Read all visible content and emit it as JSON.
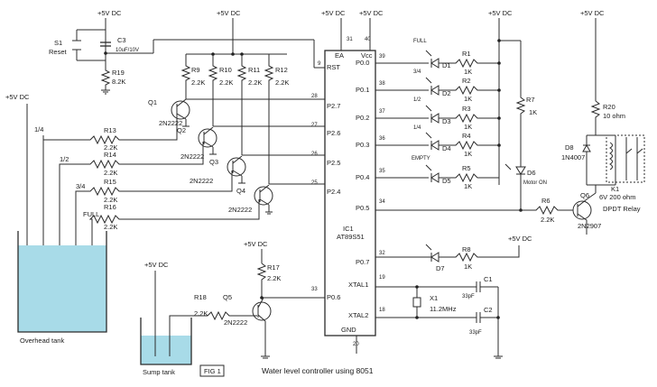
{
  "supply": {
    "vcc": "+5V DC"
  },
  "switch": {
    "ref": "S1",
    "name": "Reset"
  },
  "cap": {
    "c3": "C3",
    "c3_val": "10uF/10V",
    "c1": "C1",
    "c1_val": "33pF",
    "c2": "C2",
    "c2_val": "33pF"
  },
  "crystal": {
    "ref": "X1",
    "val": "11.2MHz"
  },
  "resistors": [
    {
      "ref": "R19",
      "val": "8.2K"
    },
    {
      "ref": "R9",
      "val": "2.2K"
    },
    {
      "ref": "R10",
      "val": "2.2K"
    },
    {
      "ref": "R11",
      "val": "2.2K"
    },
    {
      "ref": "R12",
      "val": "2.2K"
    },
    {
      "ref": "R13",
      "val": "2.2K"
    },
    {
      "ref": "R14",
      "val": "2.2K"
    },
    {
      "ref": "R15",
      "val": "2.2K"
    },
    {
      "ref": "R16",
      "val": "2.2K"
    },
    {
      "ref": "R17",
      "val": "2.2K"
    },
    {
      "ref": "R18",
      "val": "2.2K"
    },
    {
      "ref": "R1",
      "val": "1K"
    },
    {
      "ref": "R2",
      "val": "1K"
    },
    {
      "ref": "R3",
      "val": "1K"
    },
    {
      "ref": "R4",
      "val": "1K"
    },
    {
      "ref": "R5",
      "val": "1K"
    },
    {
      "ref": "R7",
      "val": "1K"
    },
    {
      "ref": "R8",
      "val": "1K"
    },
    {
      "ref": "R6",
      "val": "2.2K"
    },
    {
      "ref": "R20",
      "val": "10 ohm"
    }
  ],
  "transistors": [
    {
      "ref": "Q1",
      "part": "2N2222"
    },
    {
      "ref": "Q2",
      "part": "2N2222"
    },
    {
      "ref": "Q3",
      "part": "2N2222"
    },
    {
      "ref": "Q4",
      "part": "2N2222"
    },
    {
      "ref": "Q5",
      "part": "2N2222"
    },
    {
      "ref": "Q6",
      "part": "2N2907"
    }
  ],
  "leds": [
    {
      "ref": "D1",
      "label": "FULL"
    },
    {
      "ref": "D2",
      "label": ""
    },
    {
      "ref": "D3",
      "label": ""
    },
    {
      "ref": "D4",
      "label": "EMPTY"
    },
    {
      "ref": "D5",
      "label": ""
    },
    {
      "ref": "D6",
      "label": "Motor ON"
    },
    {
      "ref": "D7",
      "label": ""
    }
  ],
  "diode": {
    "ref": "D8",
    "part": "1N4007"
  },
  "relay": {
    "ref": "K1",
    "spec": "6V  200 ohm",
    "name": "DPDT Relay"
  },
  "ic": {
    "ref": "IC1",
    "part": "AT89S51",
    "ea": "EA",
    "vcc": "Vcc",
    "rst": "RST",
    "gnd": "GND",
    "pins": {
      "p31": "31",
      "p40": "40",
      "p9": "9",
      "p28": "28",
      "p27": "27",
      "p26": "26",
      "p25": "25",
      "p33": "33",
      "p20": "20",
      "p39": "39",
      "p38": "38",
      "p37": "37",
      "p36": "36",
      "p35": "35",
      "p34": "34",
      "p32": "32",
      "p19": "19",
      "p18": "18"
    },
    "left": [
      "P2.7",
      "P2.6",
      "P2.5",
      "P2.4",
      "P0.6"
    ],
    "right": [
      "P0.0",
      "P0.1",
      "P0.2",
      "P0.3",
      "P0.4",
      "P0.5",
      "P0.7",
      "XTAL1",
      "XTAL2"
    ]
  },
  "levels": {
    "q1": "1/4",
    "q2": "1/2",
    "q3": "3/4",
    "full": "FULL",
    "d2": "1/2",
    "d3": "1/4",
    "d1": "3/4"
  },
  "tanks": {
    "overhead": "Overhead tank",
    "sump": "Sump tank"
  },
  "figure": {
    "label": "FIG 1",
    "caption": "Water level controller using 8051"
  }
}
